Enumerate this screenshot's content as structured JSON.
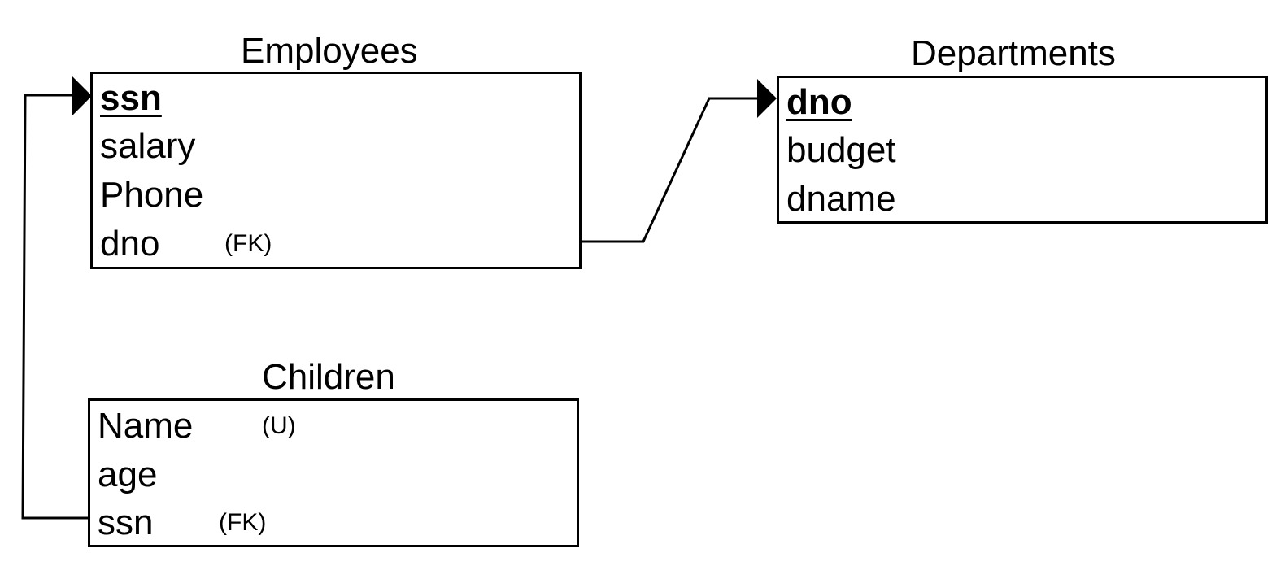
{
  "tables": {
    "employees": {
      "title": "Employees",
      "fields": [
        "ssn",
        "salary",
        "Phone",
        "dno"
      ],
      "annotations": {
        "dno": "(FK)"
      }
    },
    "departments": {
      "title": "Departments",
      "fields": [
        "dno",
        "budget",
        "dname"
      ]
    },
    "children": {
      "title": "Children",
      "fields": [
        "Name",
        "age",
        "ssn"
      ],
      "annotations": {
        "name": "(U)",
        "ssn": "(FK)"
      }
    }
  },
  "relationships": [
    {
      "from": "Children.ssn",
      "to": "Employees.ssn"
    },
    {
      "from": "Employees.dno",
      "to": "Departments.dno"
    }
  ],
  "colors": {
    "line": "#000000",
    "background": "#ffffff"
  }
}
